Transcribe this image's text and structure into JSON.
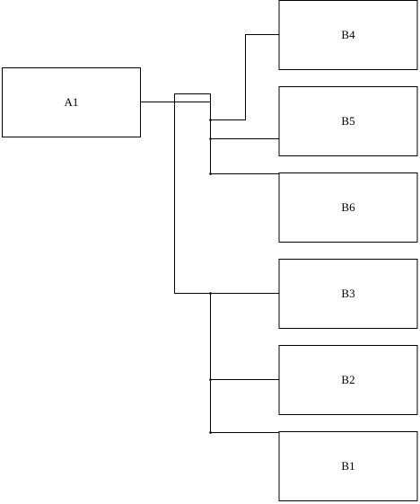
{
  "nodes": {
    "a1": {
      "label": "A1"
    },
    "b4": {
      "label": "B4"
    },
    "b5": {
      "label": "B5"
    },
    "b6": {
      "label": "B6"
    },
    "b3": {
      "label": "B3"
    },
    "b2": {
      "label": "B2"
    },
    "b1": {
      "label": "B1"
    }
  },
  "connections": [
    {
      "from": "a1",
      "to": "b4"
    },
    {
      "from": "a1",
      "to": "b5"
    },
    {
      "from": "a1",
      "to": "b6"
    },
    {
      "from": "a1",
      "to": "b3"
    },
    {
      "from": "a1",
      "to": "b2"
    },
    {
      "from": "a1",
      "to": "b1"
    }
  ],
  "colors": {
    "stroke": "#000000",
    "background": "#ffffff"
  }
}
